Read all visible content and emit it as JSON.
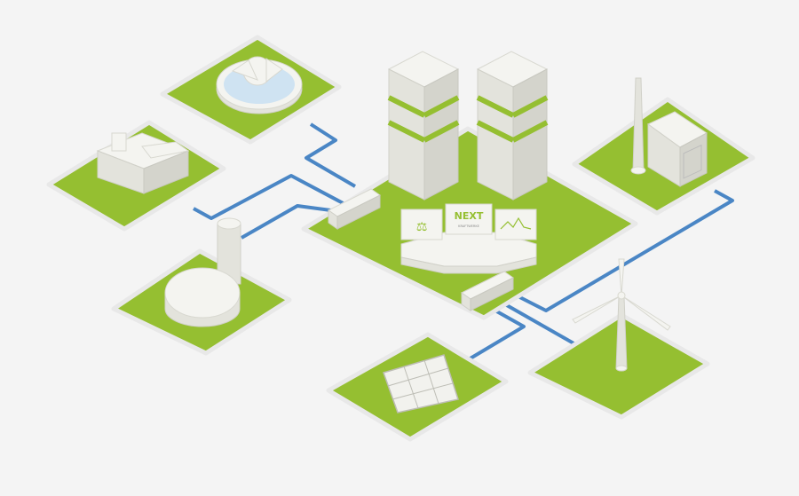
{
  "logo": {
    "name": "NEXT",
    "subtitle": "KRAFTWERKE"
  },
  "colors": {
    "tile": "#95bf31",
    "cable": "#4a86c5",
    "building": "#f4f4f0",
    "background": "#f4f4f4"
  },
  "nodes": [
    "central-control-hub",
    "fountain-plant",
    "factory",
    "biogas-plant",
    "solar-panel",
    "wind-turbine",
    "power-plant"
  ]
}
